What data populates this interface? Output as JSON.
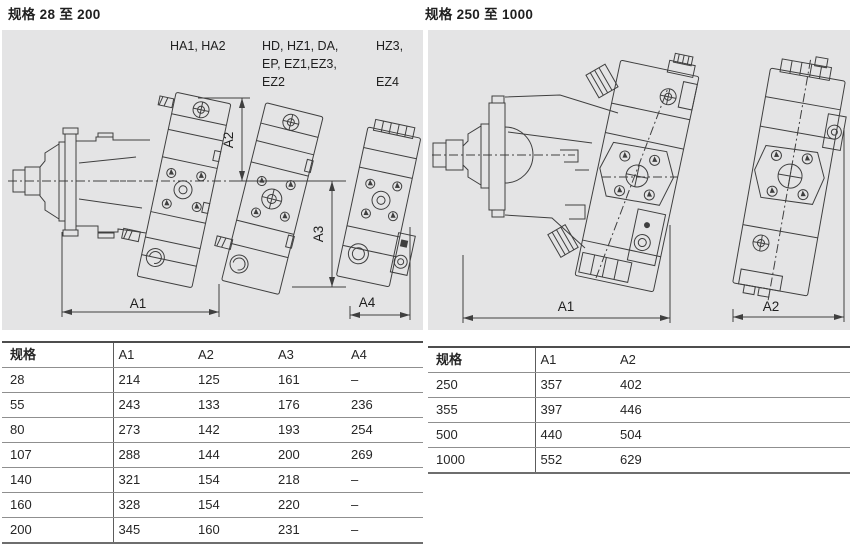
{
  "colors": {
    "panel_bg": "#e4e4e5",
    "line": "#3f3f3f",
    "text": "#1f1f1f",
    "table_top_border": "#4d4d4d",
    "row_line": "#8f8f8f"
  },
  "left_section": {
    "title": "规格 28 至 200",
    "diagram": {
      "variants": {
        "group1": "HA1, HA2",
        "group2_line1": "HD, HZ1, DA,",
        "group2_line2": "EP, EZ1,EZ3,",
        "group2_line3": "EZ2",
        "group3_line1": "HZ3,",
        "group3_line2": "EZ4"
      },
      "dims": {
        "a1": "A1",
        "a2": "A2",
        "a3": "A3",
        "a4": "A4"
      }
    },
    "table": {
      "headers": [
        "规格",
        "A1",
        "A2",
        "A3",
        "A4"
      ],
      "rows": [
        [
          "28",
          "214",
          "125",
          "161",
          "–"
        ],
        [
          "55",
          "243",
          "133",
          "176",
          "236"
        ],
        [
          "80",
          "273",
          "142",
          "193",
          "254"
        ],
        [
          "107",
          "288",
          "144",
          "200",
          "269"
        ],
        [
          "140",
          "321",
          "154",
          "218",
          "–"
        ],
        [
          "160",
          "328",
          "154",
          "220",
          "–"
        ],
        [
          "200",
          "345",
          "160",
          "231",
          "–"
        ]
      ]
    }
  },
  "right_section": {
    "title": "规格 250 至 1000",
    "diagram": {
      "dims": {
        "a1": "A1",
        "a2": "A2"
      }
    },
    "table": {
      "headers": [
        "规格",
        "A1",
        "A2"
      ],
      "rows": [
        [
          "250",
          "357",
          "402"
        ],
        [
          "355",
          "397",
          "446"
        ],
        [
          "500",
          "440",
          "504"
        ],
        [
          "1000",
          "552",
          "629"
        ]
      ]
    }
  }
}
